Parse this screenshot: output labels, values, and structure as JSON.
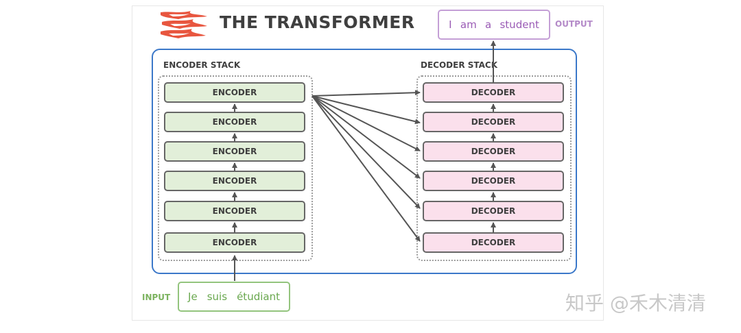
{
  "title": "THE TRANSFORMER",
  "encoder_stack": {
    "label": "ENCODER STACK",
    "layers": [
      "ENCODER",
      "ENCODER",
      "ENCODER",
      "ENCODER",
      "ENCODER",
      "ENCODER"
    ]
  },
  "decoder_stack": {
    "label": "DECODER STACK",
    "layers": [
      "DECODER",
      "DECODER",
      "DECODER",
      "DECODER",
      "DECODER",
      "DECODER"
    ]
  },
  "input": {
    "label": "INPUT",
    "tokens": [
      "Je",
      "suis",
      "étudiant"
    ]
  },
  "output": {
    "label": "OUTPUT",
    "tokens": [
      "I",
      "am",
      "a",
      "student"
    ]
  },
  "watermark": "知乎 @禾木清清",
  "colors": {
    "encoder_fill": "#e2efd9",
    "decoder_fill": "#fbe0ec",
    "stack_border": "#3b78c9",
    "input_accent": "#93c47d",
    "output_accent": "#c49fd6",
    "logo": "#e8563f"
  },
  "icons": {
    "logo": "flame-logo-icon"
  }
}
